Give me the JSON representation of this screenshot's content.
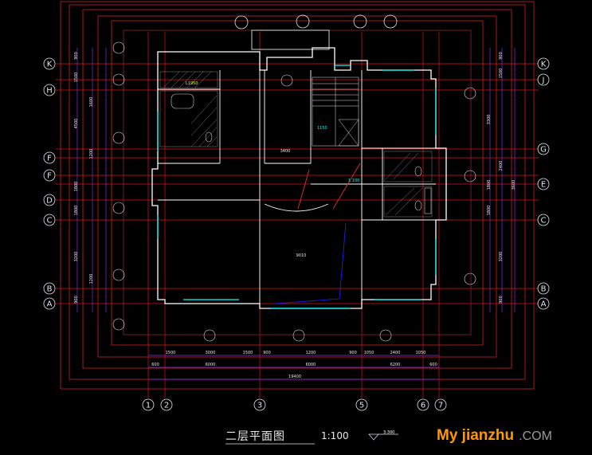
{
  "drawing": {
    "title": "二层平面图",
    "scale": "1:100",
    "level_mark": "3.300"
  },
  "watermark": {
    "brand": "My jianzhu",
    "suffix": ".COM"
  },
  "grid_axes": {
    "bottom": [
      "1",
      "2",
      "3",
      "5",
      "6",
      "7"
    ],
    "left": [
      "K",
      "H",
      "F",
      "F",
      "D",
      "C",
      "B",
      "A"
    ],
    "right": [
      "K",
      "J",
      "G",
      "E",
      "C",
      "B",
      "A"
    ]
  },
  "dimensions": {
    "bottom_row1": [
      "1500",
      "3000",
      "1500",
      "900",
      "1200",
      "900",
      "1050",
      "2400",
      "1050"
    ],
    "bottom_row2": [
      "600",
      "6000",
      "6000",
      "6200",
      "600"
    ],
    "bottom_total": "19400",
    "left_values": [
      "900",
      "1500",
      "1600",
      "4500",
      "1200",
      "1800",
      "1800",
      "3200",
      "1200",
      "900"
    ],
    "right_values": [
      "900",
      "1500",
      "3300",
      "2400",
      "1800",
      "3600",
      "1800",
      "3200",
      "900"
    ]
  },
  "room_labels": {
    "kitchen": "L1950",
    "stair": "1150",
    "corridor": "1.100",
    "hall": "3400",
    "living": "9010"
  },
  "colors": {
    "background": "#000000",
    "grid_line": "#dc1414",
    "wall": "#ffffff",
    "dimension": "#8a2be2",
    "window": "#00ffff",
    "text": "#dfe6ef",
    "annotation": "#00ff00",
    "hatch": "#c0c0c0"
  }
}
